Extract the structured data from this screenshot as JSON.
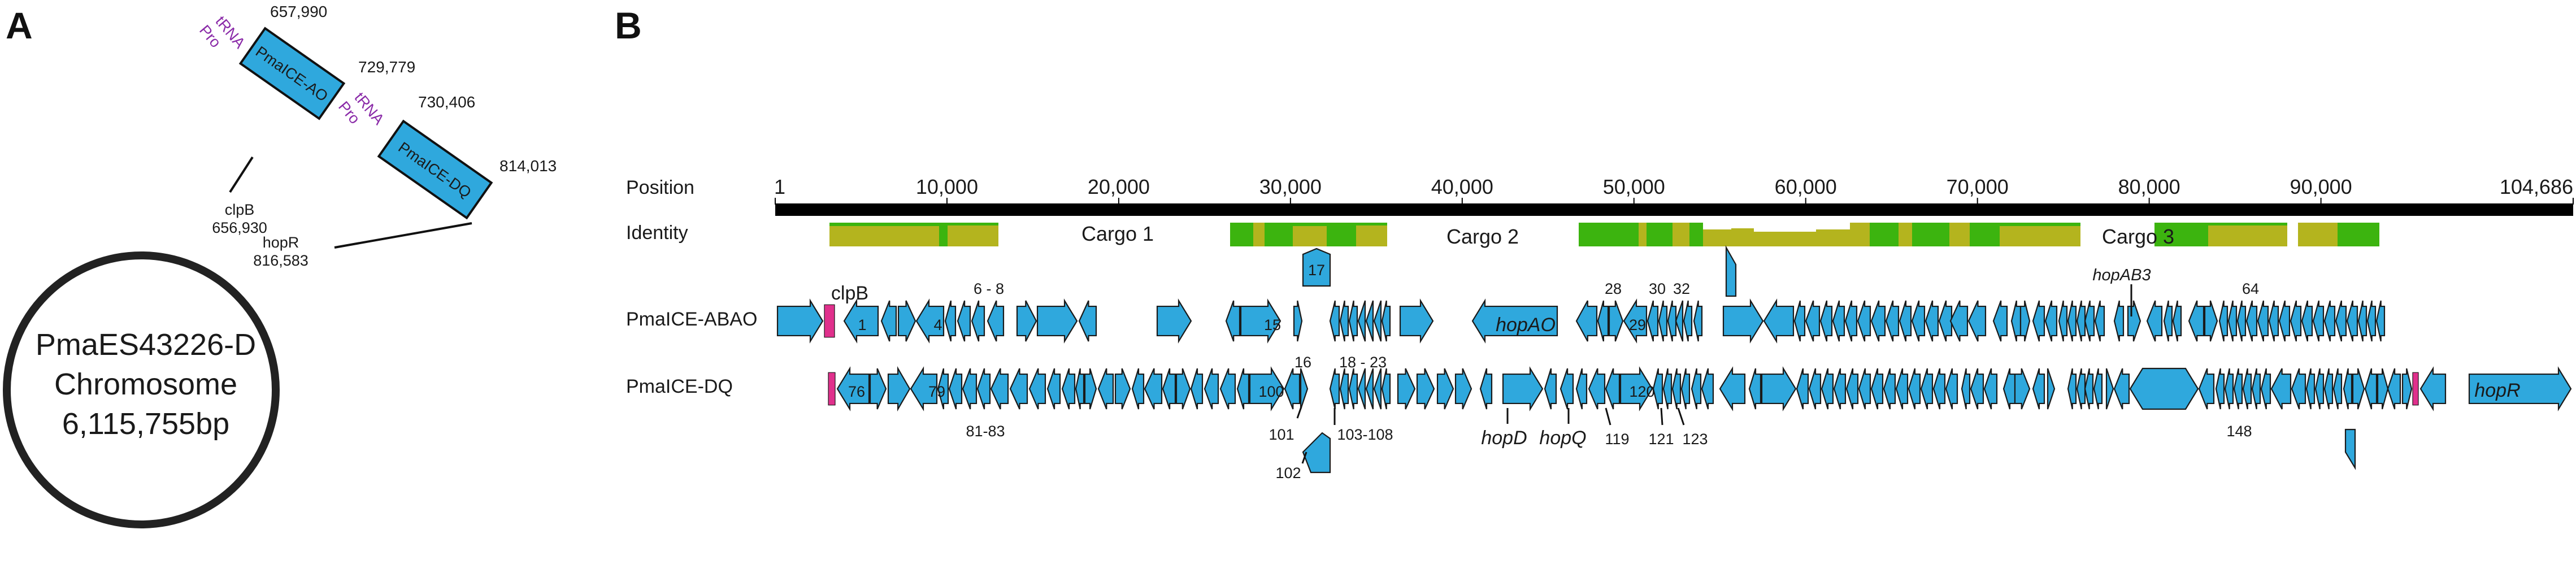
{
  "panels": {
    "a": "A",
    "b": "B"
  },
  "panel_a": {
    "chromosome": {
      "line1": "PmaES43226-D",
      "line2": "Chromosome",
      "line3": "6,115,755bp"
    },
    "element_ao": {
      "name": "PmaICE-AO",
      "start": "657,990",
      "end": "729,779"
    },
    "element_dq": {
      "name": "PmaICE-DQ",
      "start": "730,406",
      "end": "814,013"
    },
    "trna_1": {
      "line1": "tRNA",
      "line2": "Pro"
    },
    "trna_2": {
      "line1": "tRNA",
      "line2": "Pro"
    },
    "clpb": {
      "name": "clpB",
      "pos": "656,930"
    },
    "hopr": {
      "name": "hopR",
      "pos": "816,583"
    }
  },
  "panel_b": {
    "rows": {
      "position": "Position",
      "identity": "Identity",
      "abao": "PmaICE-ABAO",
      "dq": "PmaICE-DQ"
    },
    "axis_ticks": [
      {
        "label": "1",
        "pos": 1
      },
      {
        "label": "10,000",
        "pos": 10000
      },
      {
        "label": "20,000",
        "pos": 20000
      },
      {
        "label": "30,000",
        "pos": 30000
      },
      {
        "label": "40,000",
        "pos": 40000
      },
      {
        "label": "50,000",
        "pos": 50000
      },
      {
        "label": "60,000",
        "pos": 60000
      },
      {
        "label": "70,000",
        "pos": 70000
      },
      {
        "label": "80,000",
        "pos": 80000
      },
      {
        "label": "90,000",
        "pos": 90000
      },
      {
        "label": "104,686",
        "pos": 104686
      }
    ],
    "cargo": {
      "c1": "Cargo 1",
      "c2": "Cargo 2",
      "c3": "Cargo 3"
    },
    "abao_labels": {
      "clpb": "clpB",
      "n1": "1",
      "n4": "4",
      "n6_8": "6 - 8",
      "n15": "15",
      "n16": "16",
      "n17": "17",
      "n18_23": "18  -  23",
      "hopao": "hopAO",
      "n28": "28",
      "n29": "29",
      "n30": "30",
      "n32": "32",
      "hopab3": "hopAB3",
      "n64": "64"
    },
    "dq_labels": {
      "n76": "76",
      "n79": "79",
      "n81_83": "81-83",
      "n100": "100",
      "n101": "101",
      "n102": "102",
      "n103_108": "103-108",
      "hopd": "hopD",
      "hopq": "hopQ",
      "n119": "119",
      "n120": "120",
      "n121": "121",
      "n123": "123",
      "n148": "148",
      "hopr": "hopR"
    },
    "colors": {
      "gene": "#2fa8dd",
      "trna": "#e0308c",
      "identity_high": "#3cb40f",
      "identity_mid": "#b4b41e",
      "axis": "#000000"
    }
  }
}
